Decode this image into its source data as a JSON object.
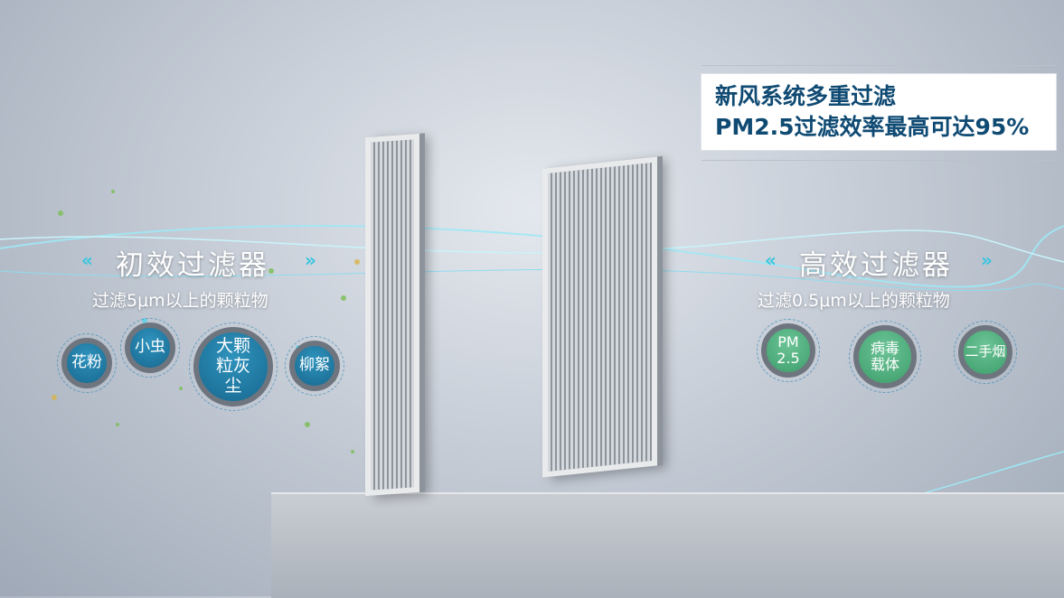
{
  "headline": {
    "line1": "新风系统多重过滤",
    "line2": "PM2.5过滤效率最高可达95%"
  },
  "primary_filter": {
    "title": "初效过滤器",
    "subtitle": "过滤5μm以上的颗粒物",
    "left_chevron": "«",
    "right_chevron": "»",
    "particles": [
      "花粉",
      "小虫",
      "大颗粒灰尘",
      "柳絮"
    ]
  },
  "hepa_filter": {
    "title": "高效过滤器",
    "subtitle": "过滤0.5μm以上的颗粒物",
    "left_chevron": "«",
    "right_chevron": "»",
    "particles": [
      {
        "l1": "PM",
        "l2": "2.5"
      },
      {
        "l1": "病毒",
        "l2": "载体"
      },
      {
        "l1": "二手烟",
        "l2": ""
      }
    ]
  },
  "colors": {
    "headline_text": "#0f4a73",
    "primary_bubble": "#1f7ea8",
    "hepa_bubble": "#55b382",
    "accent": "#36c6e0"
  }
}
